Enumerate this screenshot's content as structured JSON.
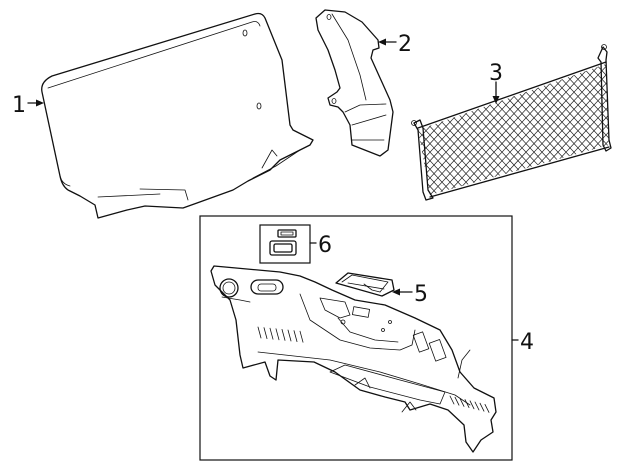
{
  "callouts": [
    {
      "id": "1",
      "label": "1"
    },
    {
      "id": "2",
      "label": "2"
    },
    {
      "id": "3",
      "label": "3"
    },
    {
      "id": "4",
      "label": "4"
    },
    {
      "id": "5",
      "label": "5"
    },
    {
      "id": "6",
      "label": "6"
    }
  ],
  "parts": [
    {
      "callout": "1",
      "icon": "package-tray-panel-icon"
    },
    {
      "callout": "2",
      "icon": "trim-bracket-icon"
    },
    {
      "callout": "3",
      "icon": "cargo-net-icon"
    },
    {
      "callout": "4",
      "icon": "trunk-trim-panel-icon"
    },
    {
      "callout": "5",
      "icon": "handle-cover-icon"
    },
    {
      "callout": "6",
      "icon": "clip-retainer-icon"
    }
  ]
}
